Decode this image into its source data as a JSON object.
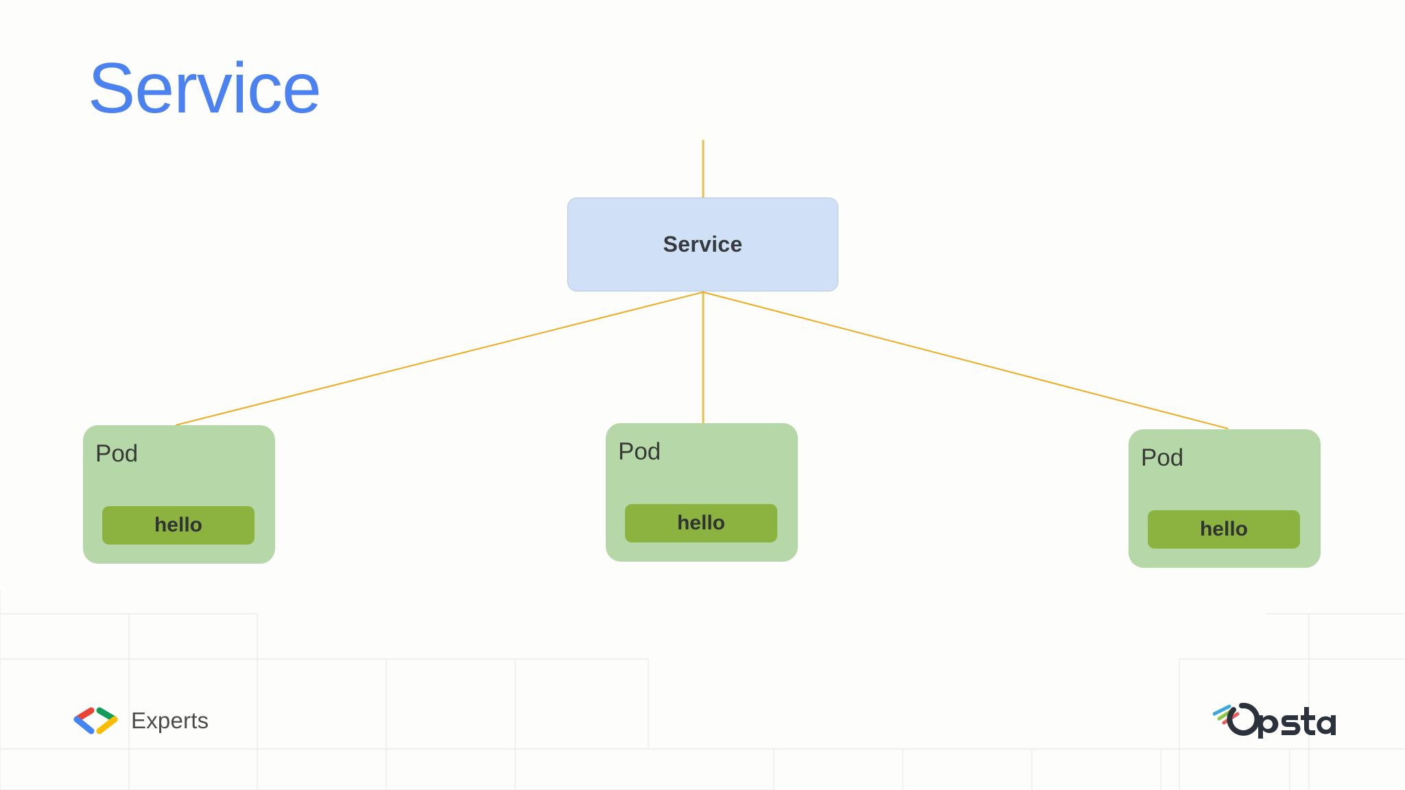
{
  "slide": {
    "title": "Service",
    "background_color": "#fdfdfc",
    "title_color": "#4c82f0"
  },
  "diagram": {
    "type": "tree",
    "connector_color_vertical": "#e4c14a",
    "connector_color_diagonal": "#eeab1e",
    "service": {
      "label": "Service",
      "fill": "#d0e0f6",
      "border": "#b9c8dd",
      "text_color": "#36393d"
    },
    "pods": [
      {
        "label": "Pod",
        "container_label": "hello"
      },
      {
        "label": "Pod",
        "container_label": "hello"
      },
      {
        "label": "Pod",
        "container_label": "hello"
      }
    ],
    "pod_fill": "#b6d7a8",
    "container_fill": "#8cb23f"
  },
  "footer": {
    "gde": {
      "text": "Experts",
      "mark_colors": {
        "red": "#ea4335",
        "blue": "#4285f4",
        "green": "#0f9d58",
        "yellow": "#fbbc04"
      }
    },
    "opsta": {
      "text": "Opsta",
      "wordmark_color": "#2b323c",
      "accent_colors": {
        "blue": "#3ba9dd",
        "green": "#8ec641",
        "red": "#ea5a58"
      }
    }
  }
}
